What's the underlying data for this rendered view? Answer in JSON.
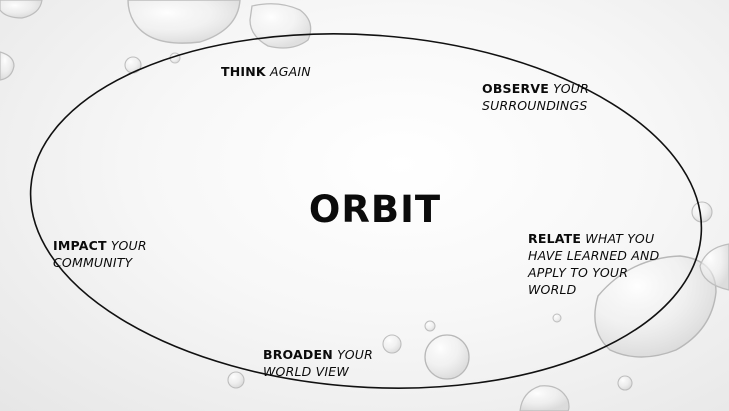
{
  "title": "ORBIT",
  "steps": [
    {
      "id": "think",
      "keyword": "THINK",
      "rest": "AGAIN"
    },
    {
      "id": "observe",
      "keyword": "OBSERVE",
      "rest": "YOUR",
      "rest2": "SURROUNDINGS"
    },
    {
      "id": "relate",
      "keyword": "RELATE",
      "rest": "WHAT YOU",
      "rest2": "HAVE LEARNED AND",
      "rest3": "APPLY TO YOUR",
      "rest4": "WORLD"
    },
    {
      "id": "broaden",
      "keyword": "BROADEN",
      "rest": "YOUR",
      "rest2": "WORLD VIEW"
    },
    {
      "id": "impact",
      "keyword": "IMPACT",
      "rest": "YOUR",
      "rest2": "COMMUNITY"
    }
  ],
  "colors": {
    "text": "#0b0b0b",
    "background": "#f4f4f4",
    "ellipse_stroke": "#111111"
  }
}
